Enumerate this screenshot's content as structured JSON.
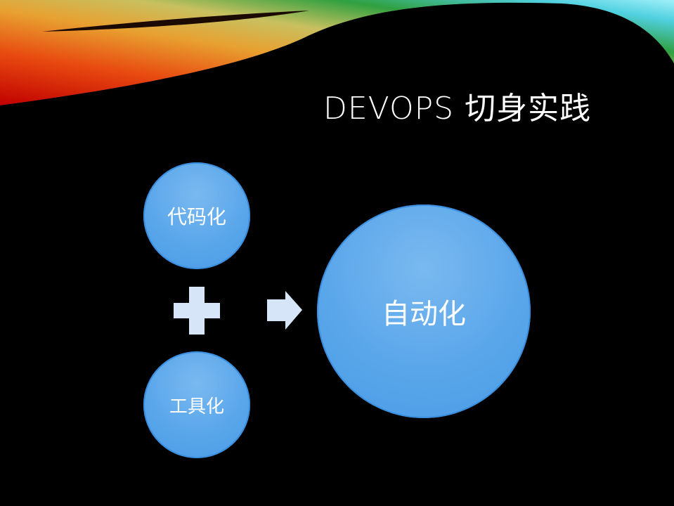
{
  "slide": {
    "title": "DEVOPS 切身实践",
    "circles": [
      {
        "label": "代码化"
      },
      {
        "label": "工具化"
      },
      {
        "label": "自动化"
      }
    ],
    "colors": {
      "circle": "#5aa6ea",
      "background": "#000000",
      "shape": "#d6e6f8"
    }
  }
}
